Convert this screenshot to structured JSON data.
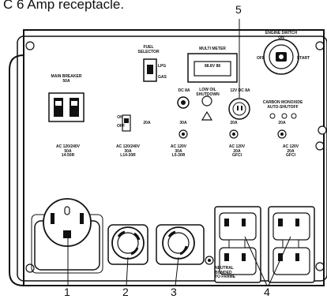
{
  "caption": "C 6 Amp receptacle.",
  "panel": {
    "main_breaker": "MAIN BREAKER\n50A",
    "fuel_selector": "FUEL\nSELECTOR",
    "fuel_lpg": "LPG",
    "fuel_gas": "GAS",
    "multi_meter": "MULTI METER",
    "meter_screen": "88.8V 88",
    "engine_switch": "ENGINE SWITCH",
    "switch_on": "ON",
    "switch_off": "OFF",
    "switch_start": "START",
    "dc_8a": "DC 8A",
    "low_oil": "LOW OIL\nSHUTDOWN",
    "dc_12v": "12V DC 8A",
    "co_shutoff": "CARBON MONOXIDE\nAUTO-SHUTOFF",
    "switch_on_off": "ON\n\nOFF",
    "amp_20a": "20A",
    "amp_30a": "30A",
    "amp_20a_b": "20A",
    "amp_20a_c": "20A",
    "outlet1_label": "AC 120/240V\n50A\n14-50R",
    "outlet2_label": "AC 120/240V\n30A\nL14-30R",
    "outlet3_label": "AC 120V\n30A\nL5-30R",
    "outlet4_label": "AC 120V\n20A\nGFCI",
    "outlet5_label": "AC 120V\n20A\nGFCI",
    "neutral": "NEUTRAL\nBONDED\nTO FRAME"
  },
  "callouts": [
    "1",
    "2",
    "3",
    "4",
    "5"
  ]
}
